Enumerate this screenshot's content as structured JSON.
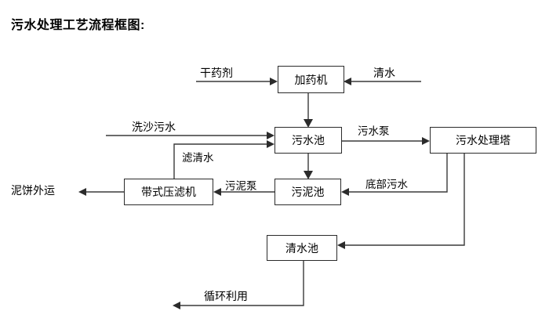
{
  "title": "污水处理工艺流程框图:",
  "diagram": {
    "type": "flowchart",
    "nodes": [
      {
        "id": "dosing_machine",
        "label": "加药机"
      },
      {
        "id": "wastewater_pool",
        "label": "污水池"
      },
      {
        "id": "treatment_tower",
        "label": "污水处理塔"
      },
      {
        "id": "belt_filter_press",
        "label": "带式压滤机"
      },
      {
        "id": "sludge_pool",
        "label": "污泥池"
      },
      {
        "id": "clearwater_pool",
        "label": "清水池"
      }
    ],
    "io_labels": [
      {
        "id": "dry_chemical",
        "label": "干药剂"
      },
      {
        "id": "clean_water_in",
        "label": "清水"
      },
      {
        "id": "sand_wash_wastewater",
        "label": "洗沙污水"
      },
      {
        "id": "mud_cake_out",
        "label": "泥饼外运"
      },
      {
        "id": "recycle_use",
        "label": "循环利用"
      }
    ],
    "edge_labels": [
      {
        "id": "filtered_clear_water",
        "label": "滤清水"
      },
      {
        "id": "wastewater_pump",
        "label": "污水泵"
      },
      {
        "id": "sludge_pump",
        "label": "污泥泵"
      },
      {
        "id": "bottom_wastewater",
        "label": "底部污水"
      }
    ],
    "colors": {
      "box_border": "#2b2b2b",
      "line": "#3a3a3a",
      "text": "#000000",
      "background": "#ffffff"
    }
  }
}
